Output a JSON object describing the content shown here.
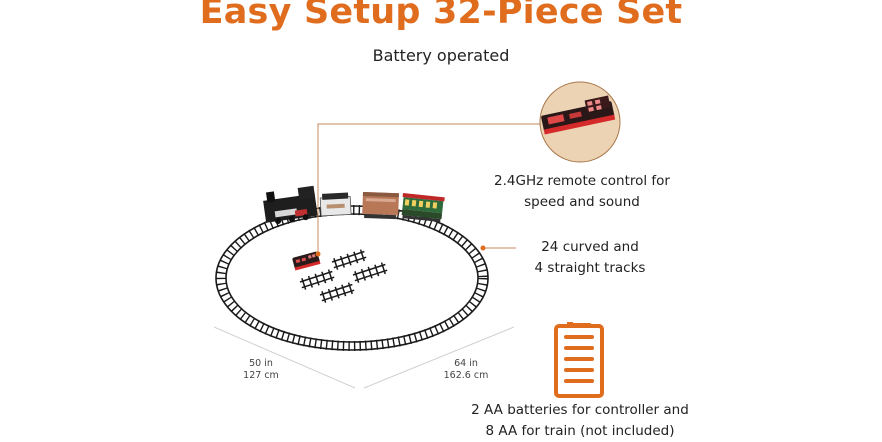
{
  "header": {
    "title": "Easy Setup 32-Piece Set",
    "subtitle": "Battery operated"
  },
  "callouts": {
    "remote": {
      "line1": "2.4GHz remote control for",
      "line2": "speed and sound",
      "icon": "remote-control-icon"
    },
    "tracks": {
      "line1": "24 curved and",
      "line2": "4 straight tracks"
    },
    "batteries": {
      "line1": "2 AA batteries for controller and",
      "line2": "8 AA for train (not included)",
      "icon": "battery-icon"
    }
  },
  "dimensions": {
    "depth": {
      "in": "50 in",
      "cm": "127 cm"
    },
    "width": {
      "in": "64 in",
      "cm": "162.6 cm"
    }
  },
  "colors": {
    "accent": "#e06c1e",
    "leader_line": "#c8885a",
    "track": "#1a1a1a",
    "text": "#222222"
  }
}
